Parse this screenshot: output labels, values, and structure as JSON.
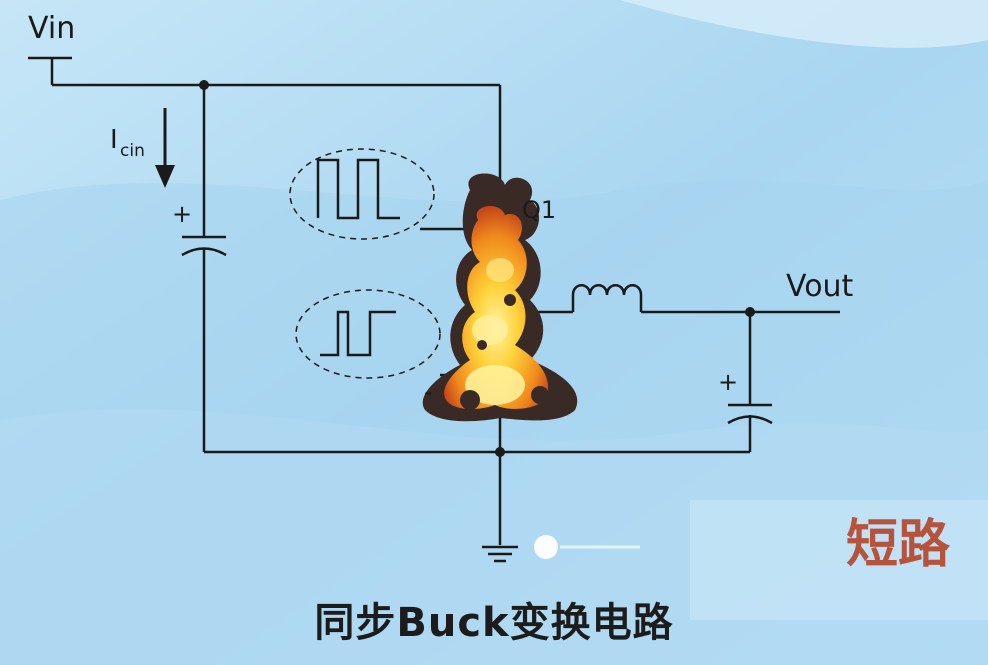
{
  "labels": {
    "vin": "Vin",
    "vout": "Vout",
    "q1": "Q1",
    "icin_main": "I",
    "icin_sub": "cin",
    "cin_plus": "+",
    "cout_plus": "+",
    "low_minus": "-"
  },
  "title": "同步Buck变换电路",
  "status_label": "短路",
  "colors": {
    "wire": "#1a1a1a",
    "status": "#b5533d",
    "fire_core": "#ffd23a",
    "fire_outer": "#f08a1c",
    "smoke": "#3a2a26"
  },
  "icons": [
    "ground-icon",
    "fire-explosion-icon",
    "current-arrow-icon",
    "progress-dot-icon"
  ]
}
